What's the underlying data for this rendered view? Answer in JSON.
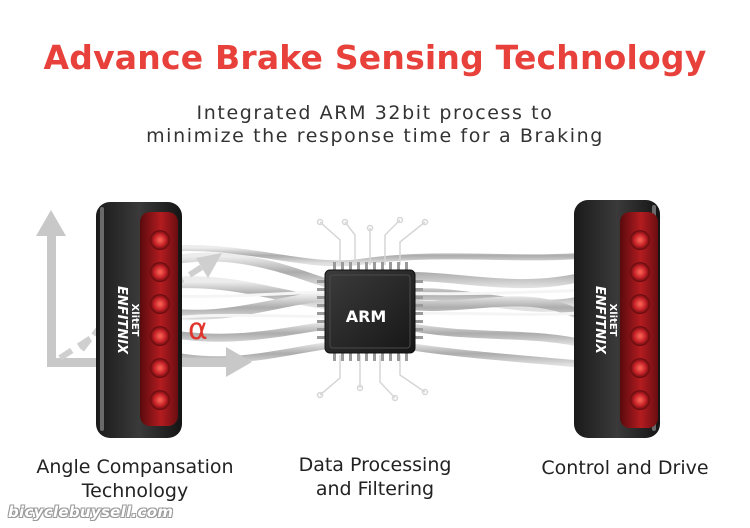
{
  "header": {
    "title": "Advance Brake Sensing Technology",
    "subtitle_line1": "Integrated ARM 32bit process to",
    "subtitle_line2": "minimize the response time for a Braking"
  },
  "device": {
    "brand": "ENFITNIX",
    "model": "XlitET"
  },
  "chip": {
    "label": "ARM"
  },
  "angle_symbol": "α",
  "captions": {
    "left_line1": "Angle Compansation",
    "left_line2": "Technology",
    "center_line1": "Data Processing",
    "center_line2": "and Filtering",
    "right": "Control and Drive"
  },
  "watermark": "bicyclebuysell.com",
  "colors": {
    "title_red": "#e8403a",
    "angle_red": "#e0352c",
    "lens_red": "#b31c20",
    "chip_dark": "#2a2a2a"
  }
}
